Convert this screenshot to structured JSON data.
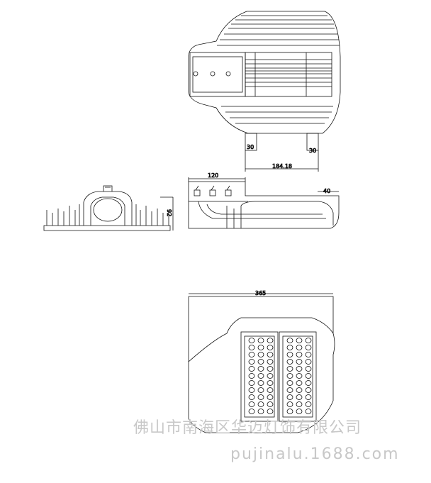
{
  "dimensions": {
    "top_left_tab": "30",
    "top_right_tab": "30",
    "top_span": "184.18",
    "side_height": "92",
    "side_length": "120",
    "side_step": "40",
    "bottom_width": "365"
  },
  "watermark": {
    "company": "佛山市南海区华迈灯饰有限公司",
    "url": "pujinalu.1688.com",
    "color": "#c8c8c8"
  },
  "colors": {
    "line": "#111111",
    "background": "#ffffff"
  }
}
